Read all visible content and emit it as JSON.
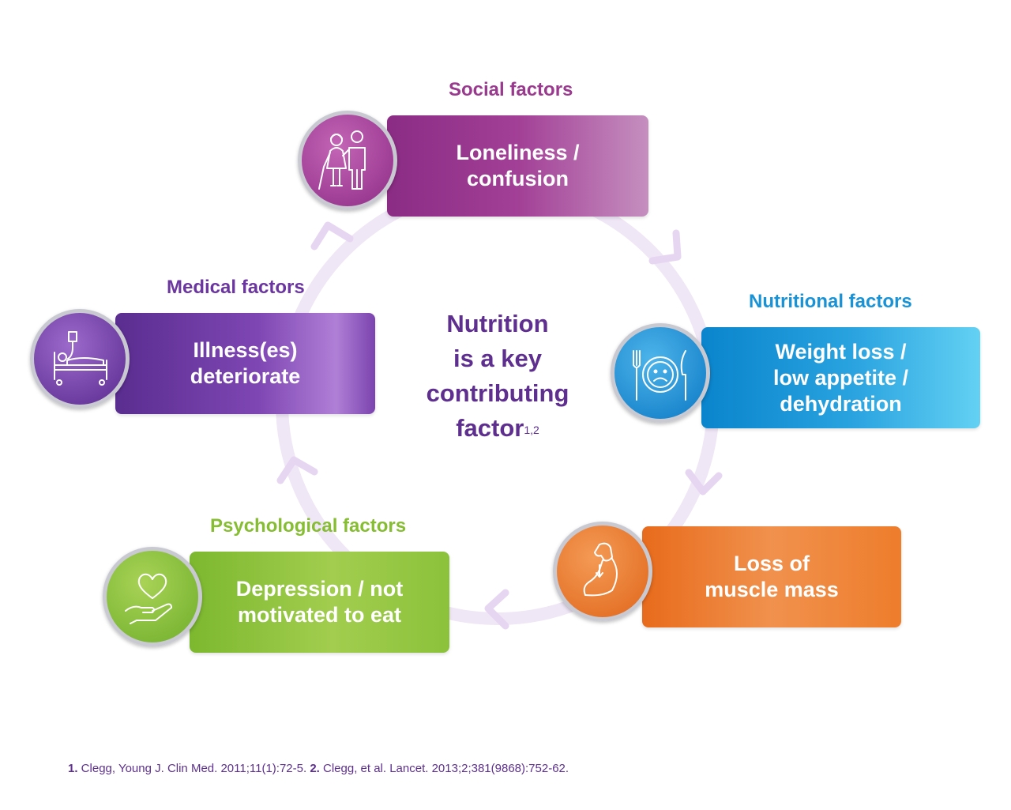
{
  "colors": {
    "social": "#9a3a8e",
    "medical": "#6b36a0",
    "nutritional": "#1a93d6",
    "psychological": "#86bd32",
    "muscle": "#ec7a2a",
    "center_text": "#5e2f8f",
    "ring": "#efe6f6"
  },
  "social": {
    "heading": "Social factors",
    "text": "Loneliness /\nconfusion",
    "icon": "elderly-couple-icon"
  },
  "medical": {
    "heading": "Medical factors",
    "text": "Illness(es)\ndeteriorate",
    "icon": "hospital-bed-icon"
  },
  "nutritional": {
    "heading": "Nutritional factors",
    "text": "Weight loss /\nlow appetite /\ndehydration",
    "icon": "sad-plate-icon"
  },
  "psychological": {
    "heading": "Psychological factors",
    "text": "Depression / not\nmotivated to eat",
    "icon": "heart-in-hand-icon"
  },
  "muscle": {
    "text": "Loss of\nmuscle mass",
    "icon": "weak-arm-icon"
  },
  "center": {
    "line1": "Nutrition",
    "line2": "is a key",
    "line3": "contributing",
    "line4": "factor",
    "superscript": "1,2"
  },
  "footnote": {
    "ref1_num": "1.",
    "ref1_text": " Clegg, Young J. Clin Med. 2011;11(1):72-5. ",
    "ref2_num": "2.",
    "ref2_text": " Clegg, et al. Lancet. 2013;2;381(9868):752-62."
  }
}
